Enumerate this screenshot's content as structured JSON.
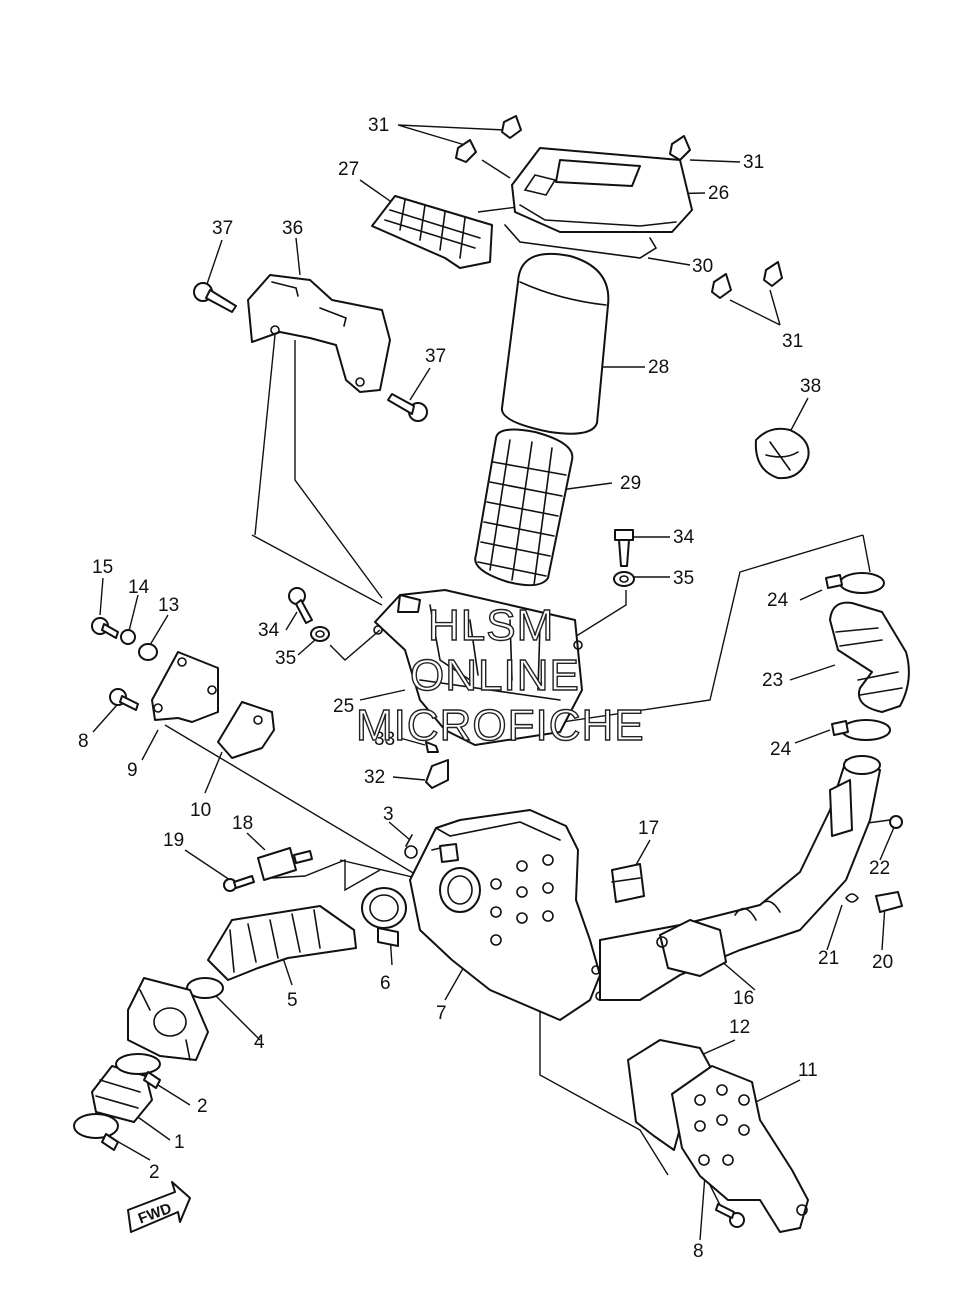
{
  "callouts": {
    "c31a": "31",
    "c31b": "31",
    "c31c": "31",
    "c27": "27",
    "c26": "26",
    "c30": "30",
    "c37a": "37",
    "c36": "36",
    "c37b": "37",
    "c28": "28",
    "c38": "38",
    "c29": "29",
    "c34a": "34",
    "c35a": "35",
    "c34b": "34",
    "c35b": "35",
    "c24a": "24",
    "c23": "23",
    "c24b": "24",
    "c15": "15",
    "c14": "14",
    "c13": "13",
    "c8a": "8",
    "c9": "9",
    "c10": "10",
    "c25": "25",
    "c33": "33",
    "c32": "32",
    "c3": "3",
    "c17": "17",
    "c18": "18",
    "c19": "19",
    "c22": "22",
    "c21": "21",
    "c20": "20",
    "c6": "6",
    "c5": "5",
    "c7": "7",
    "c16": "16",
    "c4": "4",
    "c2a": "2",
    "c1": "1",
    "c2b": "2",
    "c12": "12",
    "c11": "11",
    "c8b": "8"
  },
  "fwd_label": "FWD",
  "watermark": {
    "line1": "HLSM",
    "line2": "ONLINE",
    "line3": "MICROFICHE"
  }
}
